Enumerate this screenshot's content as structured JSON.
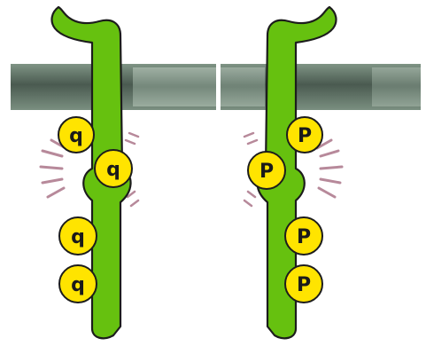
{
  "diagram": {
    "phospho_labels": {
      "left": [
        "q",
        "q",
        "q",
        "q"
      ],
      "right": [
        "P",
        "P",
        "P",
        "P"
      ]
    },
    "colors": {
      "receptor_fill": "#66c10f",
      "receptor_stroke": "#1c1c1c",
      "phosphate_fill": "#ffe400",
      "membrane_dark": "#4d5a52",
      "membrane_light": "#93a597",
      "activation_lines": "#b7899a"
    },
    "icons": {
      "receptor": "receptor-protein-icon",
      "membrane": "cell-membrane-icon",
      "phosphate": "phosphate-group-icon",
      "activation": "activation-burst-icon"
    }
  }
}
